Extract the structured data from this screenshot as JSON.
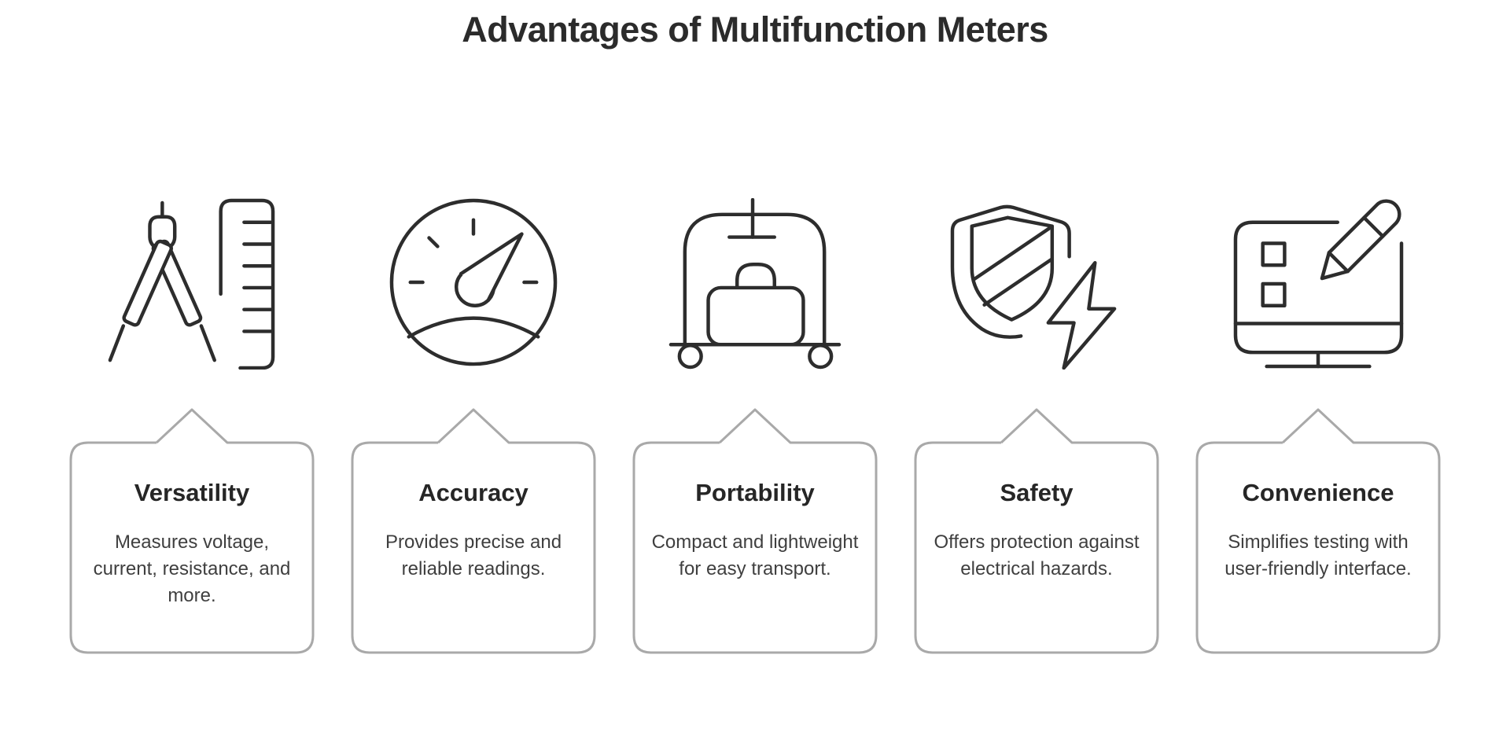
{
  "page": {
    "title": "Advantages of Multifunction Meters",
    "background": "#ffffff"
  },
  "colors": {
    "title_text": "#2b2b2b",
    "card_border": "#a9a9a9",
    "card_title_text": "#262626",
    "card_body_text": "#3f3f3f",
    "icon_stroke": "#2d2d2d"
  },
  "columns": [
    {
      "icon": "compass-ruler-icon",
      "title": "Versatility",
      "description": "Measures voltage, current, resistance, and more."
    },
    {
      "icon": "gauge-icon",
      "title": "Accuracy",
      "description": "Provides precise and reliable readings."
    },
    {
      "icon": "luggage-cart-icon",
      "title": "Portability",
      "description": "Compact and lightweight for easy transport."
    },
    {
      "icon": "shield-lightning-icon",
      "title": "Safety",
      "description": "Offers protection against electrical hazards."
    },
    {
      "icon": "monitor-pencil-icon",
      "title": "Convenience",
      "description": "Simplifies testing with user-friendly interface."
    }
  ]
}
